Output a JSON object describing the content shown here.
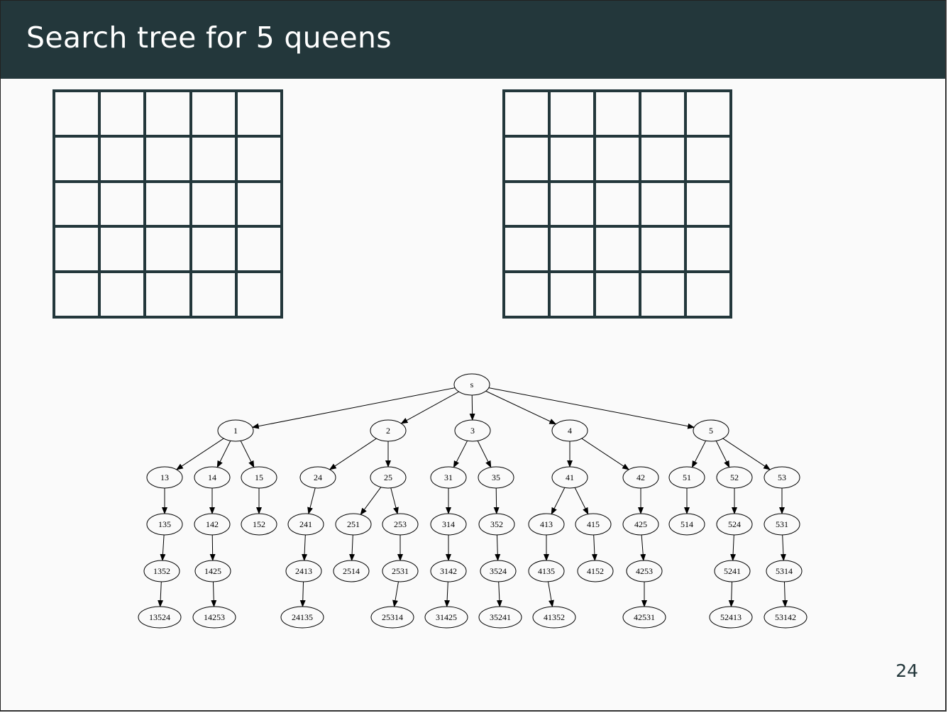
{
  "slide": {
    "title": "Search tree for 5 queens",
    "page_number": "24"
  },
  "boards": [
    {
      "rows": 5,
      "cols": 5
    },
    {
      "rows": 5,
      "cols": 5
    }
  ],
  "tree": {
    "root": "s",
    "edges": [
      [
        "s",
        "1"
      ],
      [
        "s",
        "2"
      ],
      [
        "s",
        "3"
      ],
      [
        "s",
        "4"
      ],
      [
        "s",
        "5"
      ],
      [
        "1",
        "13"
      ],
      [
        "1",
        "14"
      ],
      [
        "1",
        "15"
      ],
      [
        "2",
        "24"
      ],
      [
        "2",
        "25"
      ],
      [
        "3",
        "31"
      ],
      [
        "3",
        "35"
      ],
      [
        "4",
        "41"
      ],
      [
        "4",
        "42"
      ],
      [
        "5",
        "51"
      ],
      [
        "5",
        "52"
      ],
      [
        "5",
        "53"
      ],
      [
        "13",
        "135"
      ],
      [
        "14",
        "142"
      ],
      [
        "15",
        "152"
      ],
      [
        "24",
        "241"
      ],
      [
        "25",
        "251"
      ],
      [
        "25",
        "253"
      ],
      [
        "31",
        "314"
      ],
      [
        "35",
        "352"
      ],
      [
        "41",
        "413"
      ],
      [
        "41",
        "415"
      ],
      [
        "42",
        "425"
      ],
      [
        "51",
        "514"
      ],
      [
        "52",
        "524"
      ],
      [
        "53",
        "531"
      ],
      [
        "135",
        "1352"
      ],
      [
        "142",
        "1425"
      ],
      [
        "241",
        "2413"
      ],
      [
        "251",
        "2514"
      ],
      [
        "253",
        "2531"
      ],
      [
        "314",
        "3142"
      ],
      [
        "352",
        "3524"
      ],
      [
        "413",
        "4135"
      ],
      [
        "415",
        "4152"
      ],
      [
        "425",
        "4253"
      ],
      [
        "524",
        "5241"
      ],
      [
        "531",
        "5314"
      ],
      [
        "1352",
        "13524"
      ],
      [
        "1425",
        "14253"
      ],
      [
        "2413",
        "24135"
      ],
      [
        "2531",
        "25314"
      ],
      [
        "3142",
        "31425"
      ],
      [
        "3524",
        "35241"
      ],
      [
        "4135",
        "41352"
      ],
      [
        "4253",
        "42531"
      ],
      [
        "5241",
        "52413"
      ],
      [
        "5314",
        "53142"
      ]
    ]
  }
}
